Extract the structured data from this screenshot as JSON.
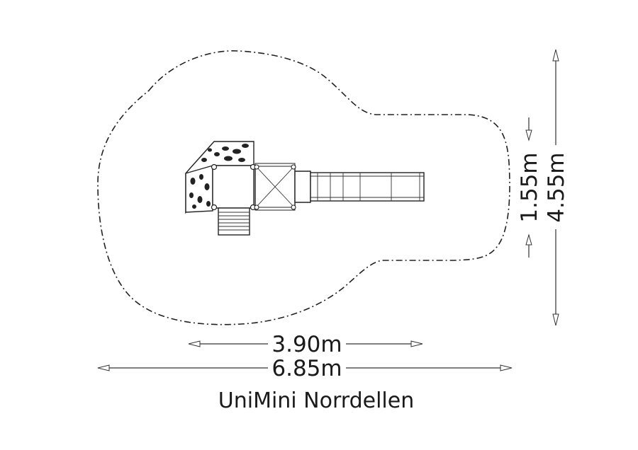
{
  "title": "UniMini Norrdellen",
  "dimensions": {
    "inner_width": "3.90m",
    "outer_width": "6.85m",
    "inner_height": "1.55m",
    "outer_height": "4.55m"
  },
  "colors": {
    "ink": "#222222",
    "background": "#ffffff"
  }
}
